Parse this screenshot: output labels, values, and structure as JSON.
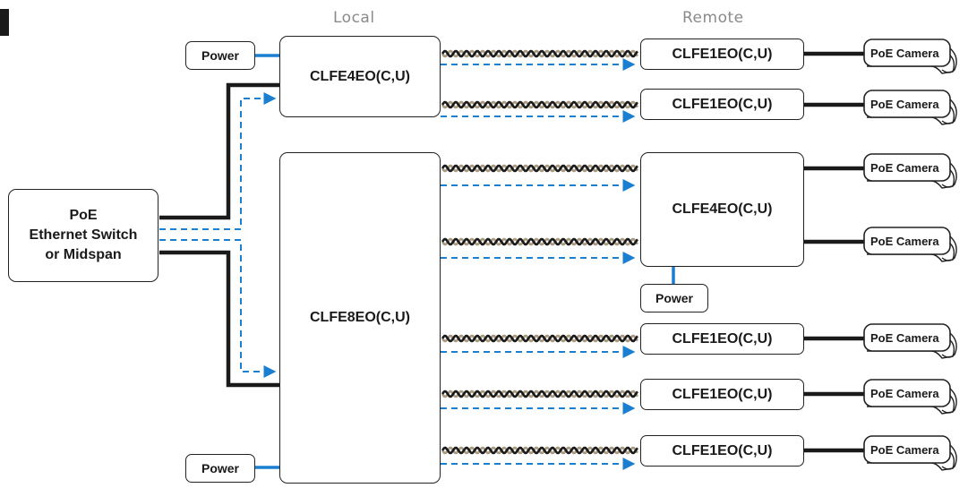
{
  "headers": {
    "local": "Local",
    "remote": "Remote"
  },
  "switch": {
    "line1": "PoE",
    "line2": "Ethernet Switch",
    "line3": "or Midspan"
  },
  "local": {
    "top_unit": "CLFE4EO(C,U)",
    "bottom_unit": "CLFE8EO(C,U)"
  },
  "power": {
    "label": "Power"
  },
  "remote": {
    "single_unit": "CLFE1EO(C,U)",
    "quad_unit": "CLFE4EO(C,U)"
  },
  "camera": {
    "label": "PoE Camera"
  },
  "colors": {
    "copper": "#1a1a1a",
    "fiber": "#1a7fd0",
    "power_line": "#1a7fd0",
    "twisted_light": "#a89a80"
  }
}
